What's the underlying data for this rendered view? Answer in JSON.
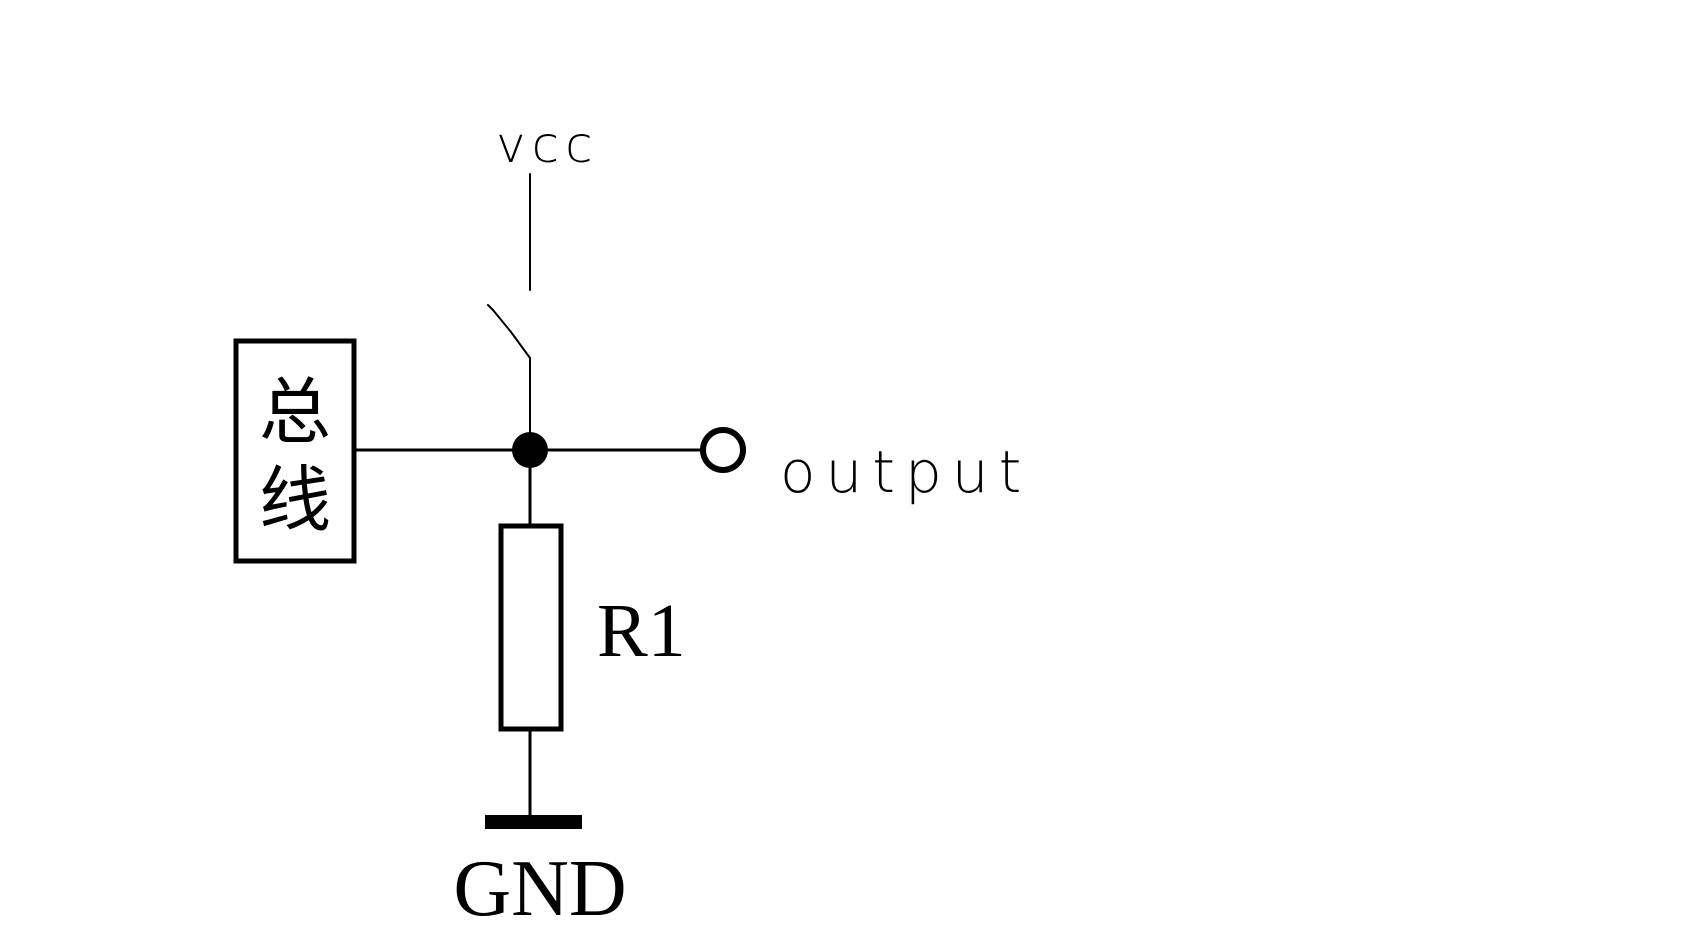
{
  "labels": {
    "vcc": "vcc",
    "output": "output",
    "resistor": "R1",
    "ground": "GND",
    "bus_char_1": "总",
    "bus_char_2": "线"
  }
}
